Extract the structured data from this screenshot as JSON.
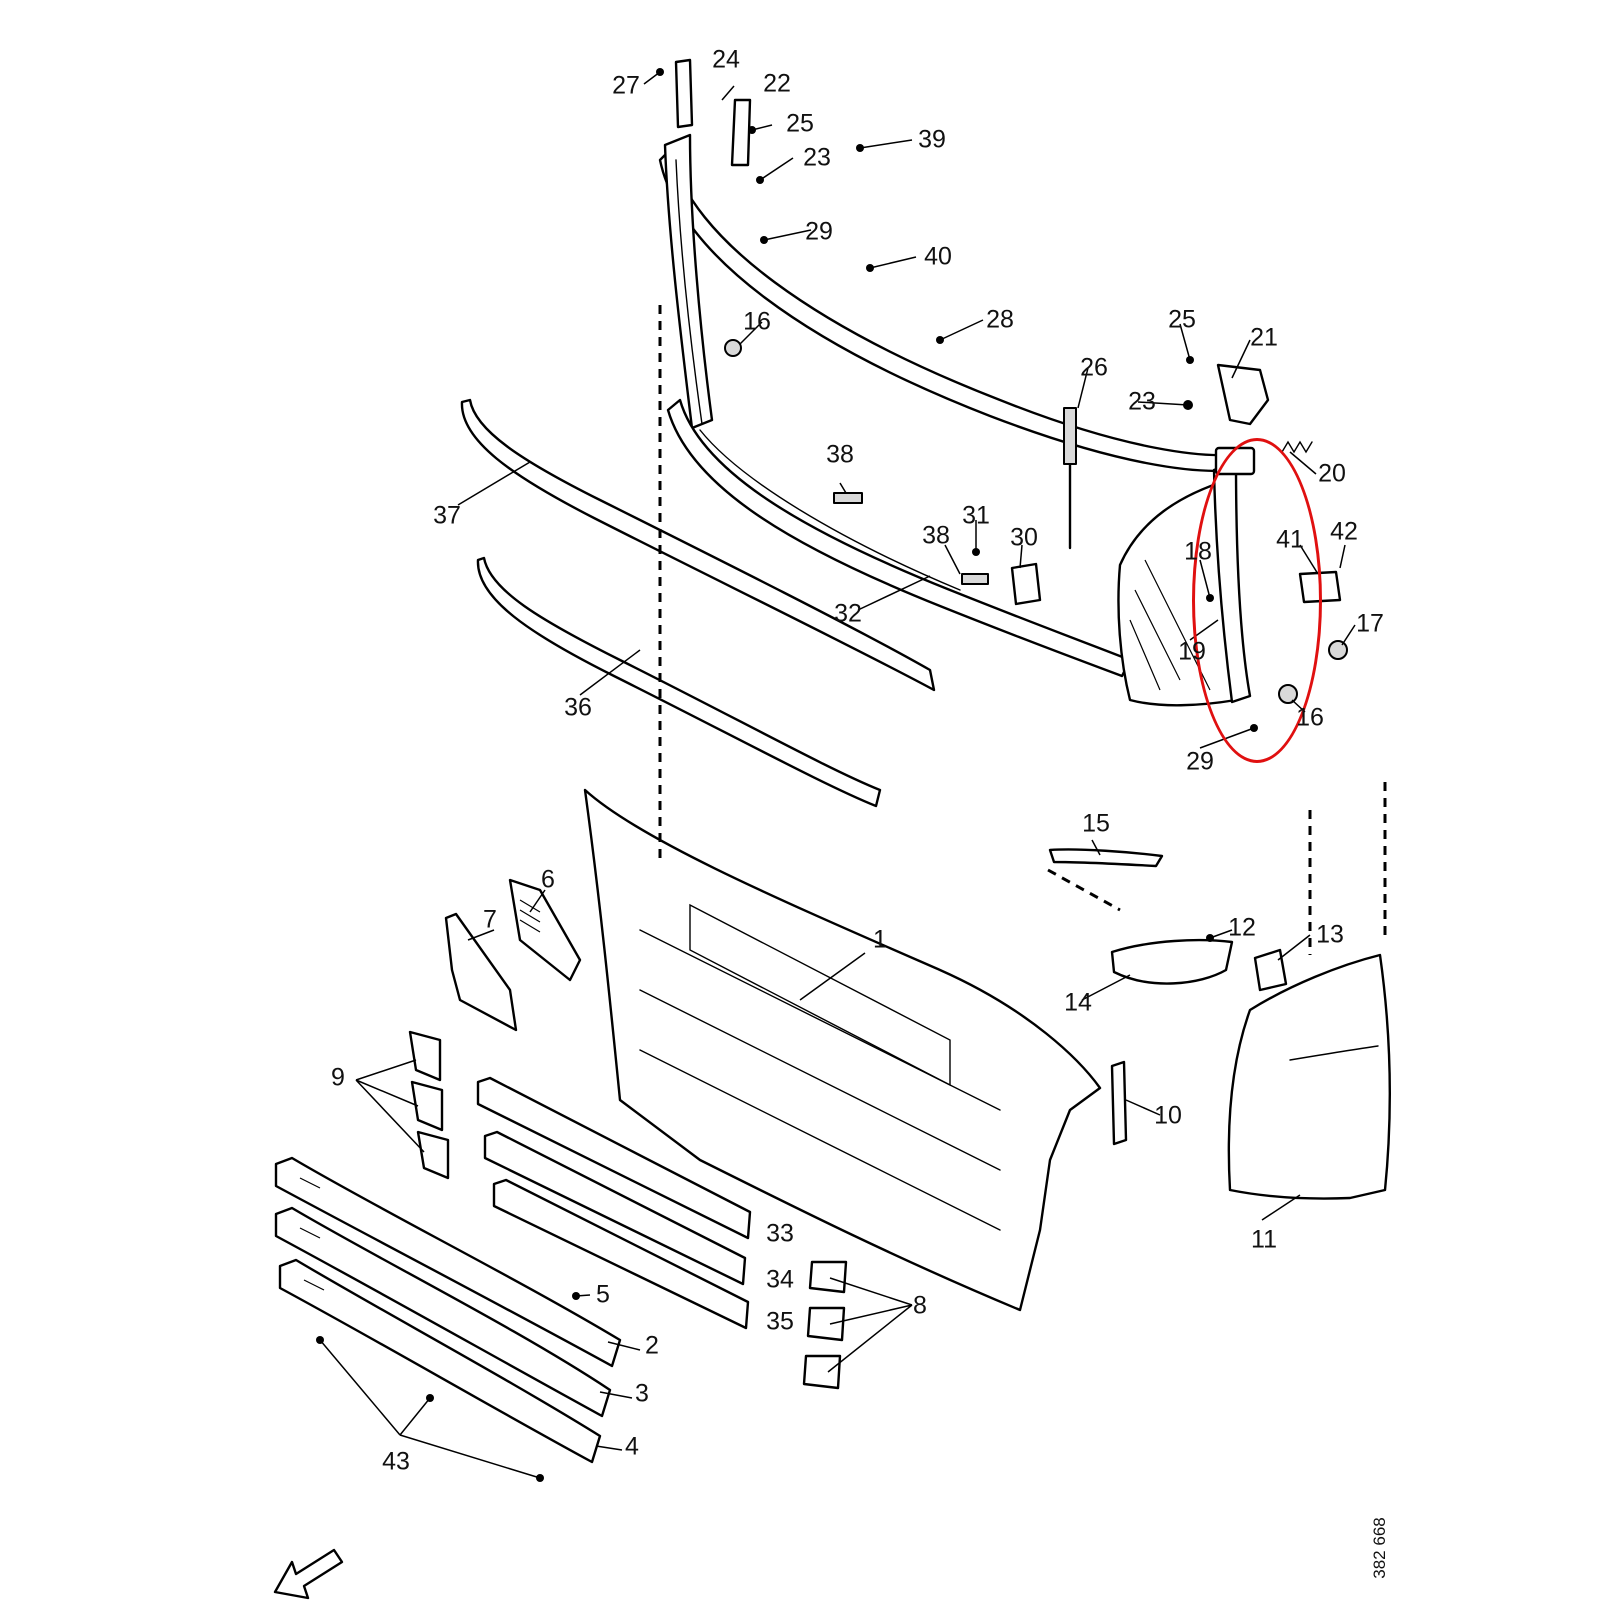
{
  "diagram": {
    "drawing_number": "382 668",
    "highlight_color": "#e01010",
    "highlighted_parts": [
      "18",
      "19",
      "29",
      "16"
    ],
    "callouts": [
      {
        "id": "c1",
        "text": "1"
      },
      {
        "id": "c2",
        "text": "2"
      },
      {
        "id": "c3",
        "text": "3"
      },
      {
        "id": "c4",
        "text": "4"
      },
      {
        "id": "c5",
        "text": "5"
      },
      {
        "id": "c6",
        "text": "6"
      },
      {
        "id": "c7",
        "text": "7"
      },
      {
        "id": "c8",
        "text": "8"
      },
      {
        "id": "c9",
        "text": "9"
      },
      {
        "id": "c10",
        "text": "10"
      },
      {
        "id": "c11",
        "text": "11"
      },
      {
        "id": "c12",
        "text": "12"
      },
      {
        "id": "c13",
        "text": "13"
      },
      {
        "id": "c14",
        "text": "14"
      },
      {
        "id": "c15",
        "text": "15"
      },
      {
        "id": "c16a",
        "text": "16"
      },
      {
        "id": "c16b",
        "text": "16"
      },
      {
        "id": "c17",
        "text": "17"
      },
      {
        "id": "c18",
        "text": "18"
      },
      {
        "id": "c19",
        "text": "19"
      },
      {
        "id": "c20",
        "text": "20"
      },
      {
        "id": "c21",
        "text": "21"
      },
      {
        "id": "c22",
        "text": "22"
      },
      {
        "id": "c23a",
        "text": "23"
      },
      {
        "id": "c23b",
        "text": "23"
      },
      {
        "id": "c24",
        "text": "24"
      },
      {
        "id": "c25a",
        "text": "25"
      },
      {
        "id": "c25b",
        "text": "25"
      },
      {
        "id": "c26",
        "text": "26"
      },
      {
        "id": "c27",
        "text": "27"
      },
      {
        "id": "c28",
        "text": "28"
      },
      {
        "id": "c29a",
        "text": "29"
      },
      {
        "id": "c29b",
        "text": "29"
      },
      {
        "id": "c30",
        "text": "30"
      },
      {
        "id": "c31",
        "text": "31"
      },
      {
        "id": "c32",
        "text": "32"
      },
      {
        "id": "c33",
        "text": "33"
      },
      {
        "id": "c34",
        "text": "34"
      },
      {
        "id": "c35",
        "text": "35"
      },
      {
        "id": "c36",
        "text": "36"
      },
      {
        "id": "c37",
        "text": "37"
      },
      {
        "id": "c38a",
        "text": "38"
      },
      {
        "id": "c38b",
        "text": "38"
      },
      {
        "id": "c39",
        "text": "39"
      },
      {
        "id": "c40",
        "text": "40"
      },
      {
        "id": "c41",
        "text": "41"
      },
      {
        "id": "c42",
        "text": "42"
      },
      {
        "id": "c43",
        "text": "43"
      }
    ]
  }
}
